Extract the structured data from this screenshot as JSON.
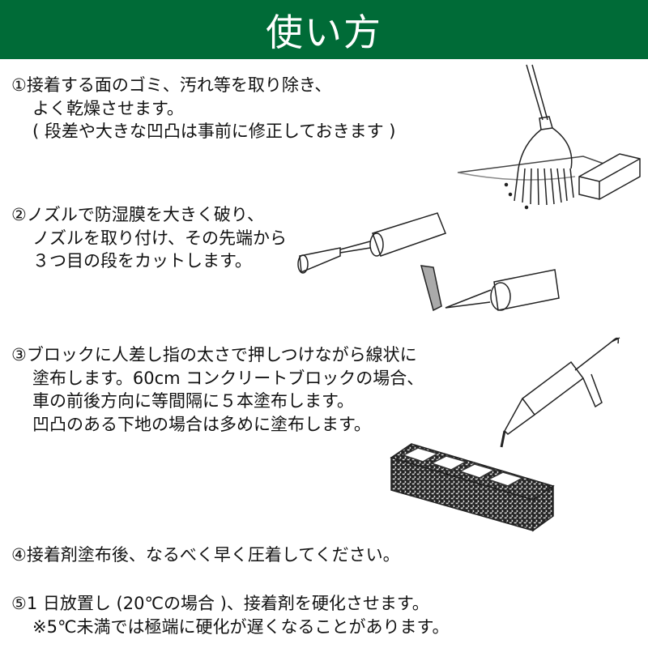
{
  "header": {
    "title": "使い方"
  },
  "steps": [
    {
      "lines": [
        "①接着する面のゴミ、汚れ等を取り除き、",
        "よく乾燥させます。",
        "( 段差や大きな凹凸は事前に修正しておきます )"
      ]
    },
    {
      "lines": [
        "②ノズルで防湿膜を大きく破り、",
        "ノズルを取り付け、その先端から",
        "３つ目の段をカットします。"
      ]
    },
    {
      "lines": [
        "③ブロックに人差し指の太さで押しつけながら線状に",
        "塗布します。60cm コンクリートブロックの場合、",
        "車の前後方向に等間隔に５本塗布します。",
        "凹凸のある下地の場合は多めに塗布します。"
      ]
    },
    {
      "lines": [
        "④接着剤塗布後、なるべく早く圧着してください。"
      ]
    },
    {
      "lines": [
        "⑤1 日放置し (20℃の場合 )、接着剤を硬化させます。",
        "※5℃未満では極端に硬化が遅くなることがあります。"
      ]
    }
  ],
  "colors": {
    "header_bg": "#006b37",
    "text": "#111111"
  }
}
